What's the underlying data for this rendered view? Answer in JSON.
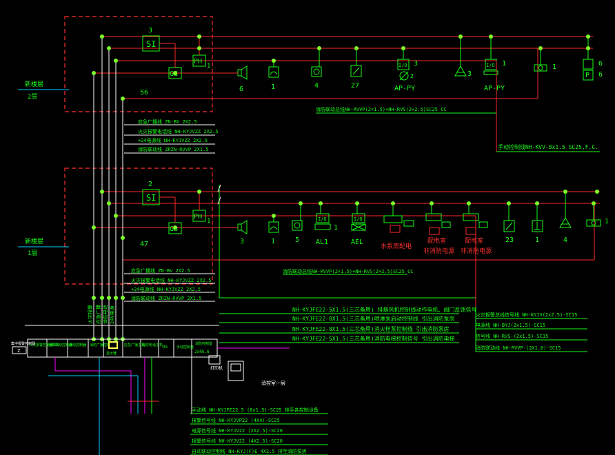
{
  "colors": {
    "bg": "#000000",
    "red": "#ff2a2a",
    "green": "#19ff19",
    "node": "#7dff2a",
    "white": "#ffffff",
    "yellow": "#ffff55",
    "magenta": "#ff00ff",
    "cyan": "#00d0ff",
    "dashed": "#ff3030"
  },
  "floor2": {
    "box_number": "3",
    "si_label": "SI",
    "ph_label": "PH",
    "ph_count": "1",
    "gb_label": "GB",
    "total": "56",
    "floor_label_1": "新楼层",
    "floor_label_2": "2层",
    "devices": [
      {
        "icon": "speaker-icon",
        "count": "6"
      },
      {
        "icon": "phone-icon",
        "count": "1"
      },
      {
        "icon": "smoke-detector-icon",
        "count": "4"
      },
      {
        "icon": "manual-alarm-icon",
        "count": "27"
      },
      {
        "icon": "io-module-icon",
        "top": "3",
        "sub": "2",
        "label": "AP-PY"
      },
      {
        "icon": "alarm-bell-icon",
        "count": "3"
      },
      {
        "icon": "io-module-icon",
        "top": "1",
        "sub": "",
        "label": "AP-PY"
      },
      {
        "icon": "valve-icon",
        "count": "1"
      },
      {
        "icon": "pump-icon",
        "label": "P",
        "top": "6",
        "sub": "6"
      }
    ],
    "bus_cable": "消防联动总线NH-RVVP(2×1.5)+NH-RVS(2×2.5)SC25 CC",
    "manual_cable": "手动控制线NH-KVV-8x1.5 SC25,F.C."
  },
  "floor1": {
    "box_number": "2",
    "si_label": "SI",
    "ph_label": "PH",
    "ph_count": "1",
    "gb_label": "GB",
    "total": "47",
    "floor_label_1": "新楼层",
    "floor_label_2": "1层",
    "devices": [
      {
        "icon": "speaker-icon",
        "count": "3"
      },
      {
        "icon": "phone-icon",
        "count": "1"
      },
      {
        "icon": "smoke-detector-icon",
        "count": "5"
      },
      {
        "icon": "io-module-icon",
        "label": "AL1",
        "top": "I/O",
        "count": "1"
      },
      {
        "icon": "io-module-icon",
        "label": "AEL",
        "top": "I/O",
        "count": ""
      },
      {
        "icon": "pump-panel-icon",
        "label": "水泵房配电"
      },
      {
        "icon": "distribution-icon",
        "label": "配电室",
        "label2": "非消防电源"
      },
      {
        "icon": "distribution-icon",
        "label": "配电室",
        "label2": "非消防电源"
      },
      {
        "icon": "manual-alarm-icon",
        "count": "23"
      },
      {
        "icon": "hydrant-icon",
        "count": "1"
      },
      {
        "icon": "alarm-bell-icon",
        "count": "4"
      },
      {
        "icon": "valve-icon",
        "count": "1"
      }
    ],
    "bus_cable": "消防联动总线NH-RVVP(2×1.5)+NH-RVS(2×2.5)SC25 CC"
  },
  "riser_cables_2": [
    "应急广播线 ZN-BV 2X2.5",
    "火灾报警电话线 NH-KYJVZZ 2X2.5",
    "+24电源线 NH-KYJVZZ 2X2.5",
    "消防联动线 ZRZN-RVVP 2X1.5"
  ],
  "riser_cables_1": [
    "应急广播线 ZN-BV 2X2.5",
    "火灾报警电话线 NH-KYJVZZ 2X2.5",
    "+24电源线 NH-KYJVZZ 2X2.5",
    "消防联动线 ZRZN-RVVP 2X1.5"
  ],
  "vertical_labels": [
    "火灾报警",
    "应急广播",
    "消防电话",
    "24V电源"
  ],
  "middle_cables": [
    "NH-KYJFE22-5X1.5(三芯备用) 排烟风机控制线动作电机、阀门反馈信号",
    "NH-KYJFE22-8X1.5(三芯备用)喷淋泵启动控制线 引出消防泵房",
    "NH-KYJFE22-8X1.5(三芯备用)消火栓泵控制线 引出消防泵房",
    "NH-KYJFE22-5X1.5(三芯备用)消防电梯控制信号 引出消防电梯"
  ],
  "right_cables": [
    "火灾报警总线信号线 NH-KYJV(2x2.5)-SC15",
    "电源线 NH-BYJ(2x1.5)-SC15",
    "信号线 NH-RVS-(2x1.5)-SC15",
    "消防联动线 NH-RVVP-(2X1.0)-SC15"
  ],
  "control_panel": {
    "left_label": "集中报警控制器",
    "left_sub": "Z",
    "slots": [
      "火灾报警控制器UPS",
      "消防联动控制器",
      "联动控制器",
      "消防广播控制器",
      "显示器",
      "应急广播主机",
      "消防电话主机",
      "DS",
      "手动控制盘"
    ],
    "right_box": "消防控制室",
    "right_box_sub": "2xhk.6",
    "printer": "打印机",
    "room_label": "消控室一层"
  },
  "bottom_cables": [
    "手动线 NH-KYJFE22 5 (8x1.5)-SC25 排至各控制设备",
    "报警信号线 NH-KYJVP22 (4X4)-SC25",
    "电源信号线 NH-KYJV22 (2X2.5)-SC20",
    "报警信号线 NH-KYJV22 (4X2.5)-SC20",
    "自动联动控制线 NH-KYJ(F)E 4X2.5 排至消防泵房"
  ]
}
